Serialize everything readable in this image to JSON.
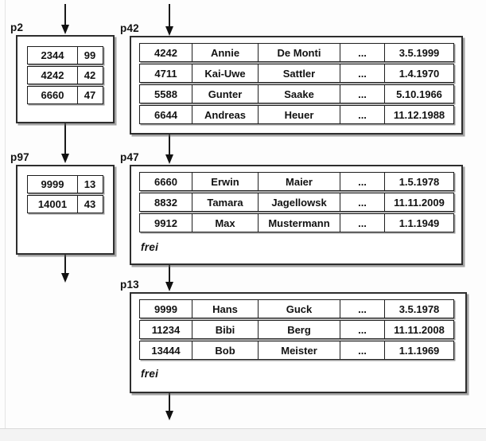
{
  "diagram_type": "database index and data pages",
  "colors": {
    "ink": "#1a1a1a",
    "cell_shadow": "#9a9a9a",
    "page_background": "#ffffff",
    "canvas_background": "#fdfdfd",
    "margin_strip": "#f3f3f3"
  },
  "pages": {
    "p2": {
      "label": "p2",
      "kind": "index-page",
      "rows": [
        [
          "2344",
          "99"
        ],
        [
          "4242",
          "42"
        ],
        [
          "6660",
          "47"
        ]
      ]
    },
    "p97": {
      "label": "p97",
      "kind": "index-page",
      "rows": [
        [
          "9999",
          "13"
        ],
        [
          "14001",
          "43"
        ]
      ]
    },
    "p42": {
      "label": "p42",
      "kind": "data-page",
      "rows": [
        [
          "4242",
          "Annie",
          "De Monti",
          "...",
          "3.5.1999"
        ],
        [
          "4711",
          "Kai-Uwe",
          "Sattler",
          "...",
          "1.4.1970"
        ],
        [
          "5588",
          "Gunter",
          "Saake",
          "...",
          "5.10.1966"
        ],
        [
          "6644",
          "Andreas",
          "Heuer",
          "...",
          "11.12.1988"
        ]
      ]
    },
    "p47": {
      "label": "p47",
      "kind": "data-page",
      "rows": [
        [
          "6660",
          "Erwin",
          "Maier",
          "...",
          "1.5.1978"
        ],
        [
          "8832",
          "Tamara",
          "Jagellowsk",
          "...",
          "11.11.2009"
        ],
        [
          "9912",
          "Max",
          "Mustermann",
          "...",
          "1.1.1949"
        ]
      ],
      "free_label": "frei"
    },
    "p13": {
      "label": "p13",
      "kind": "data-page",
      "rows": [
        [
          "9999",
          "Hans",
          "Guck",
          "...",
          "3.5.1978"
        ],
        [
          "11234",
          "Bibi",
          "Berg",
          "...",
          "11.11.2008"
        ],
        [
          "13444",
          "Bob",
          "Meister",
          "...",
          "1.1.1969"
        ]
      ],
      "free_label": "frei"
    }
  },
  "edges": [
    "in-to-p2",
    "in-to-p42",
    "p2-to-p97",
    "p42-to-p47",
    "p97-to-next",
    "p47-to-p13",
    "p13-to-next"
  ]
}
